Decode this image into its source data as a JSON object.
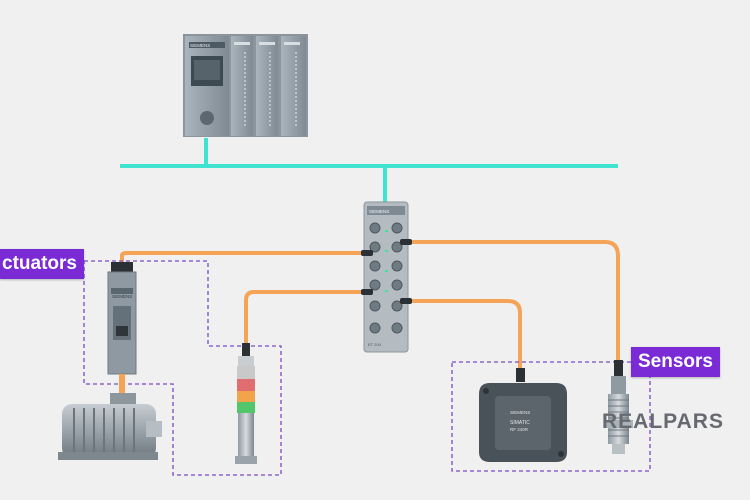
{
  "labels": {
    "actuators": "ctuators",
    "sensors": "Sensors"
  },
  "brand": {
    "logo": "REALPARS"
  },
  "device_text": {
    "plc_brand": "SIEMENS",
    "io_brand": "SIEMENS",
    "io_model": "ET 200",
    "contactor_brand": "SIEMENS",
    "rfid_brand": "SIEMENS",
    "rfid_line1": "SIMATIC",
    "rfid_line2": "RF 240R"
  },
  "colors": {
    "network_bus": "#3fe3cf",
    "cable": "#f5a356",
    "label_bg": "#7a2bd6",
    "dashed_group": "#7a4bc2",
    "device_gray": "#8f9aa3",
    "background": "#f0f0f1"
  }
}
